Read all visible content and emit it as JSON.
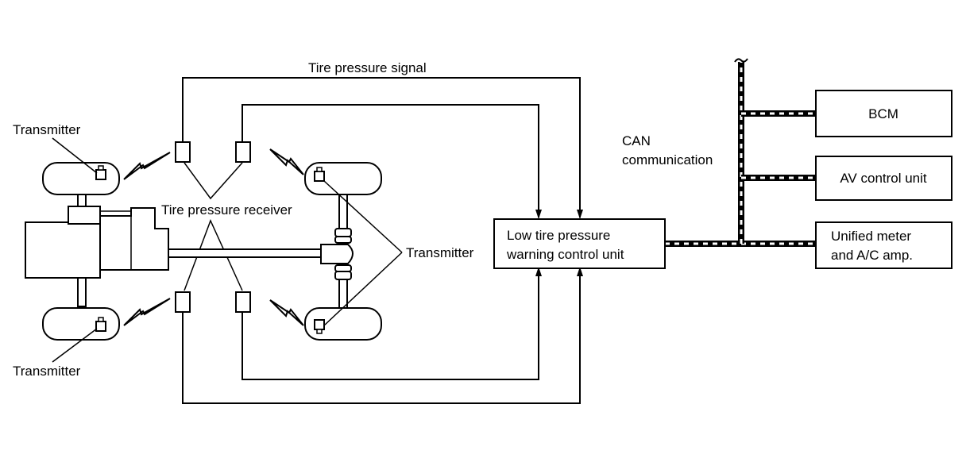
{
  "labels": {
    "tire_pressure_signal": "Tire pressure signal",
    "transmitter_top_left": "Transmitter",
    "transmitter_bottom_left": "Transmitter",
    "transmitter_right": "Transmitter",
    "tire_pressure_receiver": "Tire pressure receiver",
    "can_line1": "CAN",
    "can_line2": "communication"
  },
  "units": {
    "low_tire_line1": "Low tire pressure",
    "low_tire_line2": "warning control unit",
    "bcm": "BCM",
    "av_control": "AV control unit",
    "meter_line1": "Unified meter",
    "meter_line2": "and A/C amp."
  },
  "colors": {
    "line": "#000000",
    "background": "#ffffff"
  }
}
